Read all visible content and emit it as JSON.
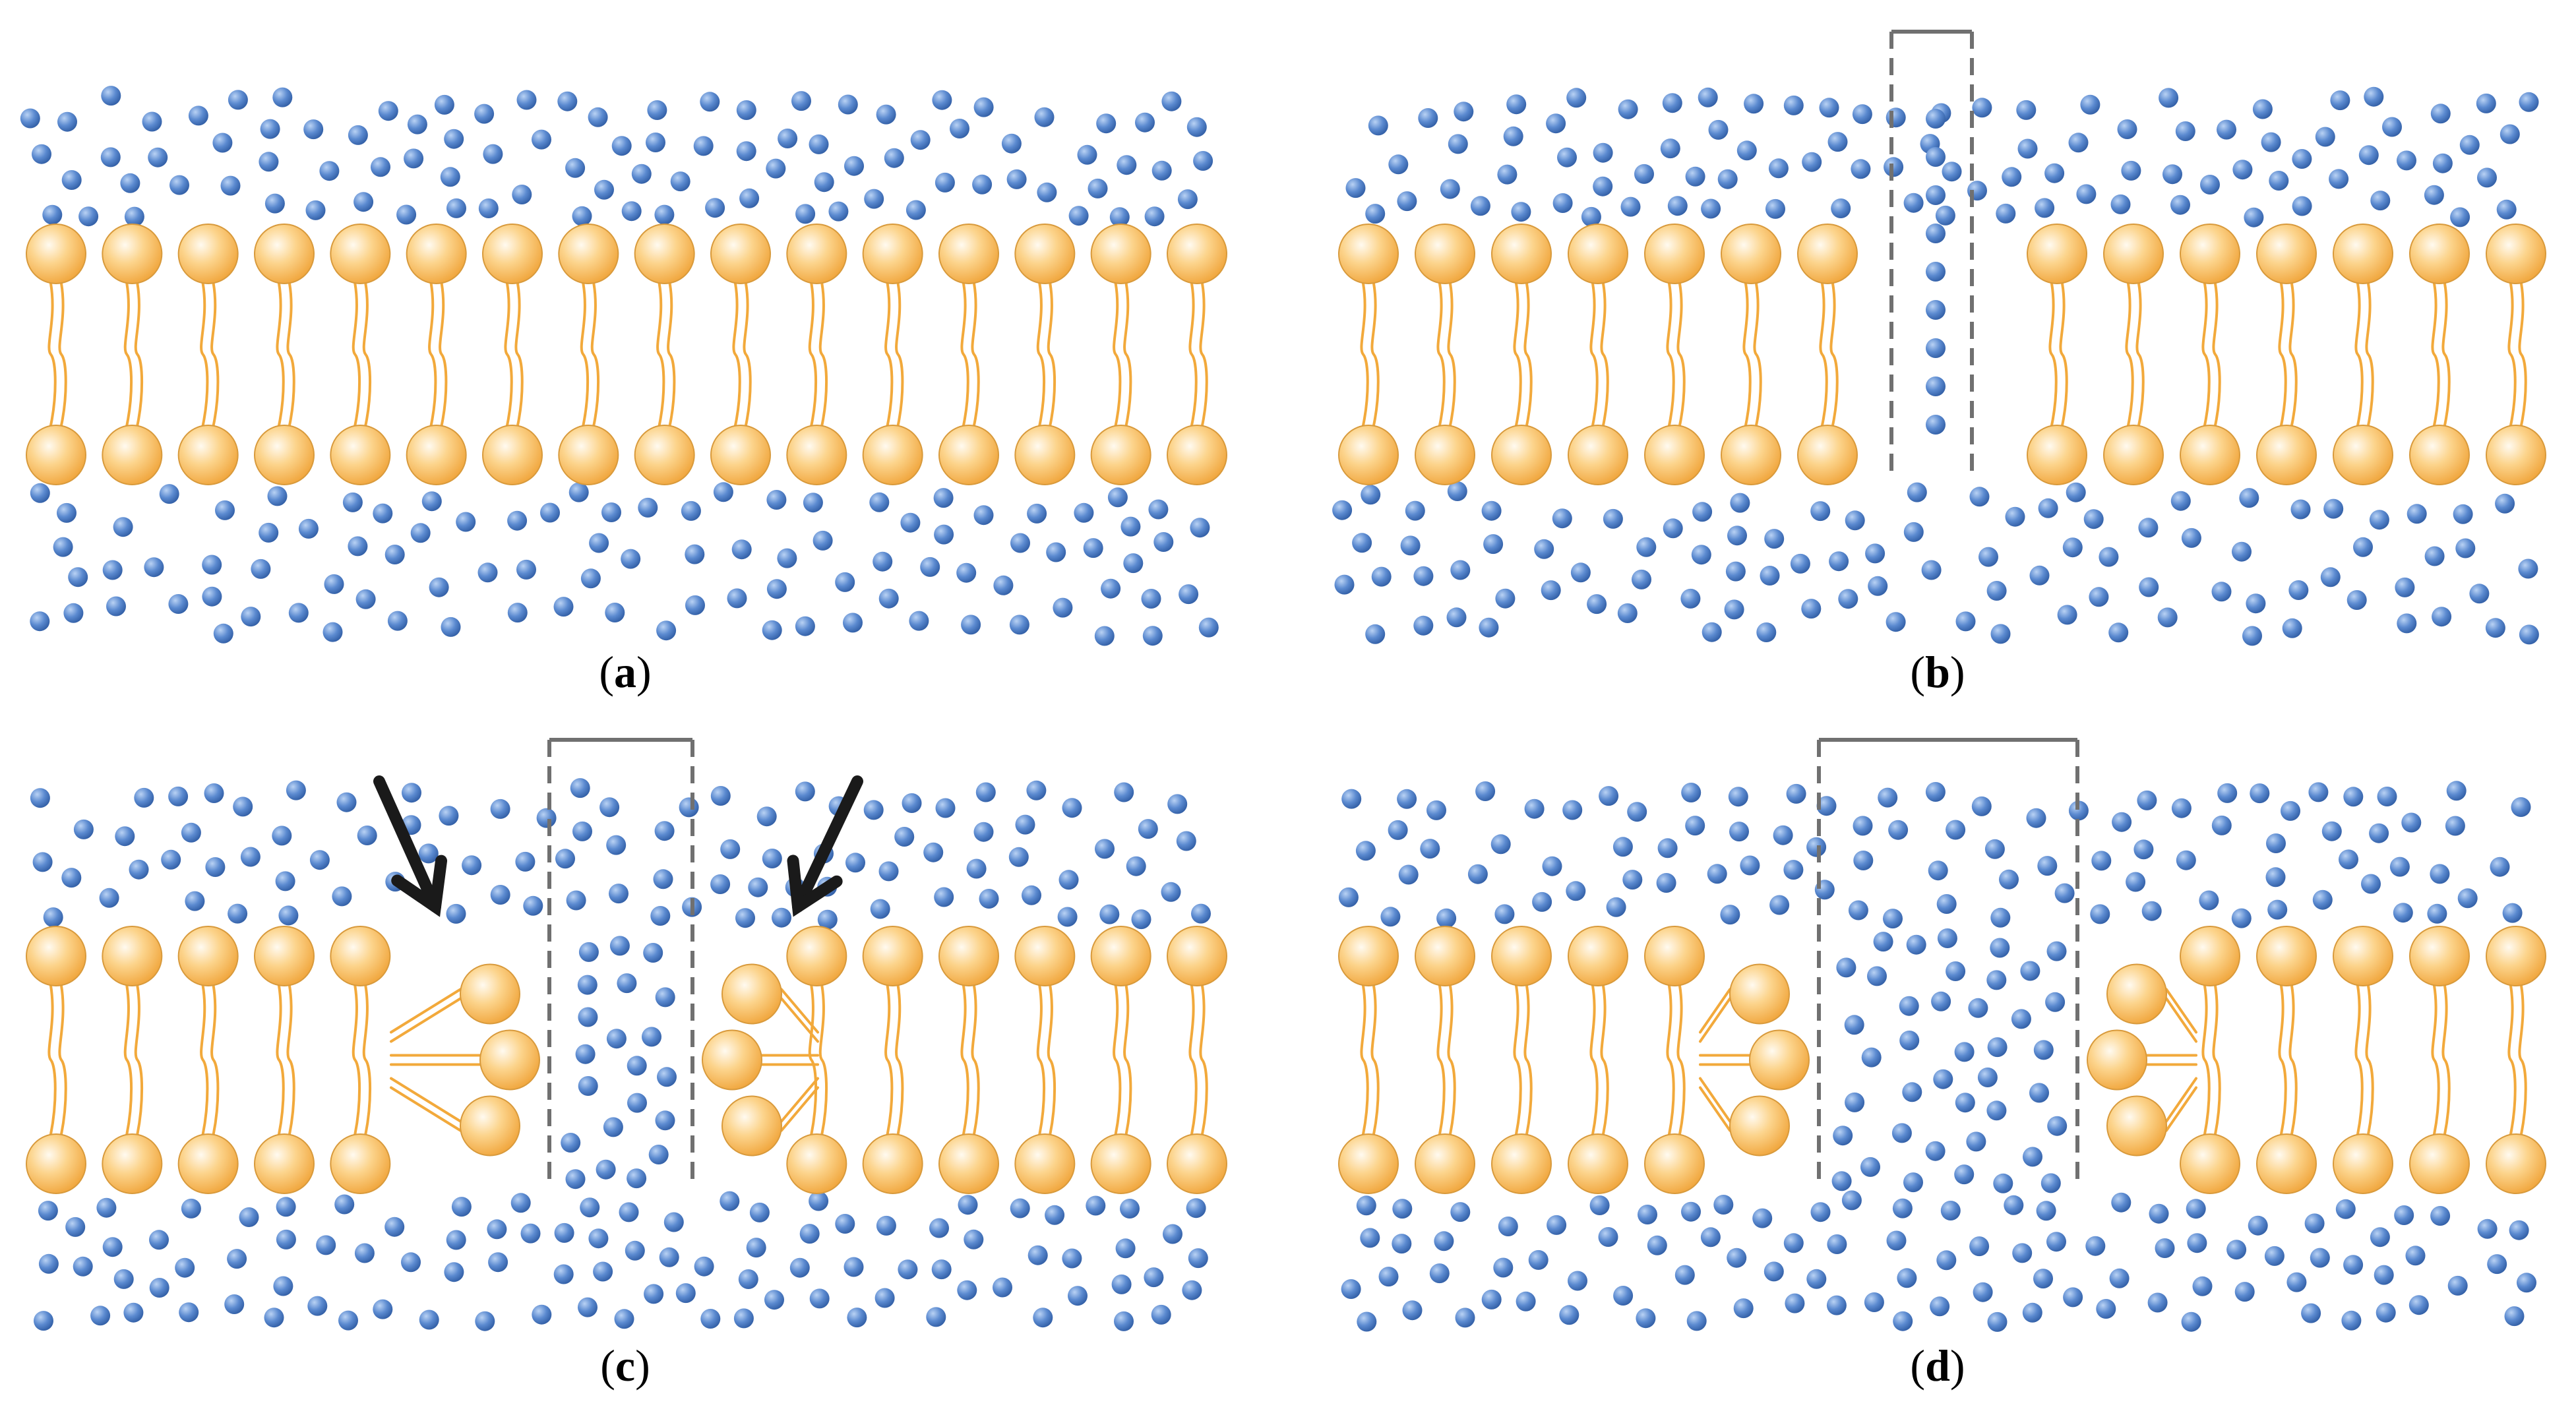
{
  "figure": {
    "panels": [
      {
        "id": "a",
        "caption_letter": "a",
        "pore": "none",
        "arrows": false
      },
      {
        "id": "b",
        "caption_letter": "b",
        "pore": "narrow",
        "arrows": false
      },
      {
        "id": "c",
        "caption_letter": "c",
        "pore": "medium",
        "arrows": true
      },
      {
        "id": "d",
        "caption_letter": "d",
        "pore": "wide",
        "arrows": false
      }
    ],
    "colors": {
      "lipid_head": "#f7b64a",
      "lipid_head_highlight": "#fffaf0",
      "lipid_head_edge": "#d89a3c",
      "lipid_tail": "#f2a93b",
      "water": "#4a7bc4",
      "water_highlight": "#b9d2f4",
      "pore_outline": "#707070",
      "arrow": "#1a1a1a",
      "caption_text": "#000000"
    },
    "icons": {
      "lipid": "phospholipid-molecule-icon",
      "water": "water-molecule-icon",
      "arrow": "arrow-icon"
    }
  }
}
